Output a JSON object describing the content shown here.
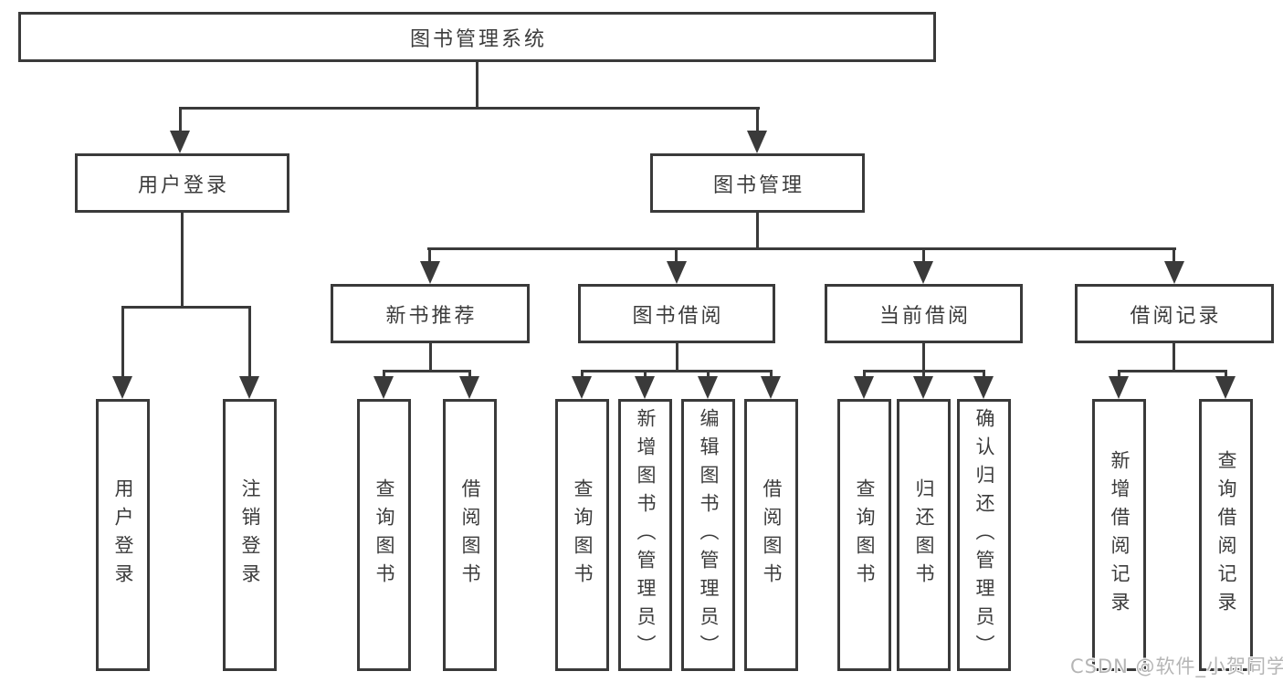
{
  "diagram_title": "图书管理系统",
  "tree": {
    "label": "图书管理系统",
    "children": [
      {
        "label": "用户登录",
        "children": [
          {
            "label": "用户登录"
          },
          {
            "label": "注销登录"
          }
        ]
      },
      {
        "label": "图书管理",
        "children": [
          {
            "label": "新书推荐",
            "children": [
              {
                "label": "查询图书"
              },
              {
                "label": "借阅图书"
              }
            ]
          },
          {
            "label": "图书借阅",
            "children": [
              {
                "label": "查询图书"
              },
              {
                "label": "新增图书（管理员）"
              },
              {
                "label": "编辑图书（管理员）"
              },
              {
                "label": "借阅图书"
              }
            ]
          },
          {
            "label": "当前借阅",
            "children": [
              {
                "label": "查询图书"
              },
              {
                "label": "归还图书"
              },
              {
                "label": "确认归还（管理员）"
              }
            ]
          },
          {
            "label": "借阅记录",
            "children": [
              {
                "label": "新增借阅记录"
              },
              {
                "label": "查询借阅记录"
              }
            ]
          }
        ]
      }
    ]
  },
  "watermark": {
    "text": "CSDN @软件_小贺同学"
  },
  "colors": {
    "line": "#3a3a3a",
    "text": "#3c3c3c",
    "background": "#ffffff",
    "watermark": "#b5b5b5"
  }
}
